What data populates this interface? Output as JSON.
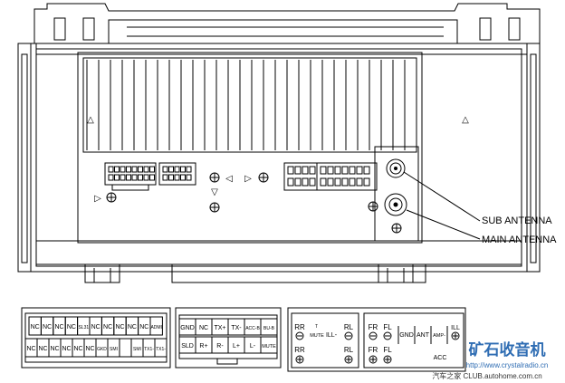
{
  "callouts": {
    "sub_antenna": "SUB ANTENNA",
    "main_antenna": "MAIN ANTENNA"
  },
  "connector_a": {
    "top_row": [
      "NC",
      "NC",
      "NC",
      "NC",
      "SL31",
      "NC",
      "NC",
      "NC",
      "NC",
      "NC",
      "ADMI"
    ],
    "bottom_row": [
      "NC",
      "NC",
      "NC",
      "NC",
      "NC",
      "NC",
      "GKD",
      "SMI",
      "",
      "SMI",
      "TX1-",
      "TX1-"
    ]
  },
  "connector_b": {
    "top_row": [
      "GND",
      "NC",
      "TX+",
      "TX-",
      "ACC-B",
      "BU-B"
    ],
    "bottom_row": [
      "SLD",
      "R+",
      "R-",
      "L+",
      "L-",
      "MUTE"
    ]
  },
  "connector_c": {
    "group1": {
      "rr_top": "RR",
      "mute": "MUTE",
      "ill": "ILL-",
      "rl_top": "RL",
      "rr_bottom": "RR",
      "rl_bottom": "RL"
    },
    "group2": {
      "fr_top": "FR",
      "fl_top": "FL",
      "gnd": "GND",
      "ant": "ANT",
      "amp": "AMP-",
      "ill_plus": "ILL",
      "fr_bottom": "FR",
      "fl_bottom": "FL",
      "acc": "ACC"
    }
  },
  "watermark": {
    "logo_text": "矿石收音机",
    "url_text": "http://www.crystalradio.cn",
    "footer_text": "汽车之家 CLUB.autohome.com.cn"
  }
}
